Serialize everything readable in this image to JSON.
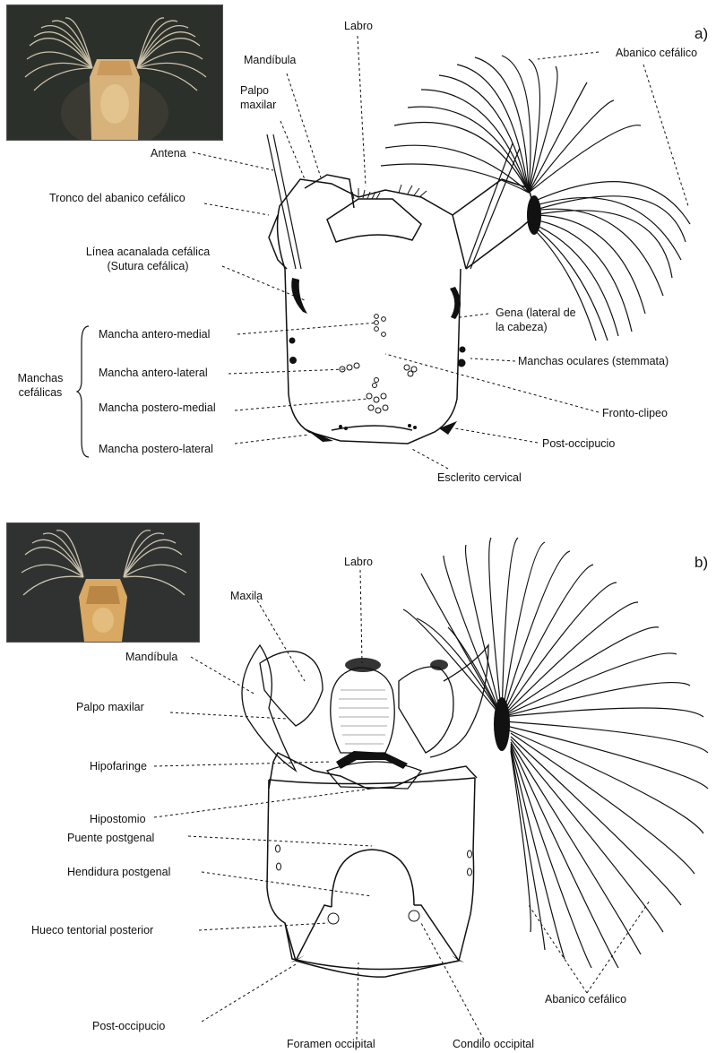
{
  "panel_a": {
    "letter": "a)",
    "labels": {
      "labro": "Labro",
      "abanico": "Abanico cefálico",
      "mandibula": "Mandíbula",
      "palpo_1": "Palpo",
      "palpo_2": "maxilar",
      "antena": "Antena",
      "tronco": "Tronco del abanico cefálico",
      "linea_1": "Línea acanalada cefálica",
      "linea_2": "(Sutura cefálica)",
      "gena_1": "Gena (lateral de",
      "gena_2": "la cabeza)",
      "antero_medial": "Mancha antero-medial",
      "antero_lateral": "Mancha antero-lateral",
      "postero_medial": "Mancha postero-medial",
      "postero_lateral": "Mancha postero-lateral",
      "manchas_1": "Manchas",
      "manchas_2": "cefálicas",
      "oculares": "Manchas oculares (stemmata)",
      "fronto": "Fronto-clipeo",
      "post_occipucio": "Post-occipucio",
      "esclerito": "Esclerito cervical"
    }
  },
  "panel_b": {
    "letter": "b)",
    "labels": {
      "labro": "Labro",
      "maxila": "Maxila",
      "mandibula": "Mandíbula",
      "palpo": "Palpo maxilar",
      "hipofaringe": "Hipofaringe",
      "hipostomio": "Hipostomio",
      "puente": "Puente postgenal",
      "hendidura": "Hendidura postgenal",
      "hueco": "Hueco tentorial posterior",
      "post_occipucio": "Post-occipucio",
      "foramen": "Foramen occipital",
      "condilo": "Condilo occipital",
      "abanico": "Abanico cefálico"
    }
  },
  "colors": {
    "photo_bg": "#2b2e2a",
    "photo_head": "#d9b47c",
    "line": "#111111"
  }
}
